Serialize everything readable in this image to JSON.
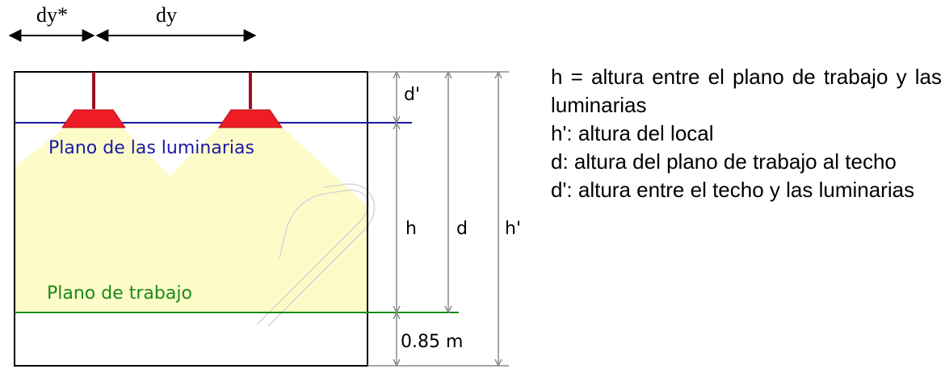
{
  "diagram": {
    "spacing_labels": {
      "edge": "dy*",
      "between": "dy"
    },
    "planes": {
      "luminaires": "Plano de las luminarias",
      "work": "Plano de trabajo"
    },
    "dimensions": {
      "d_prime": "d'",
      "h": "h",
      "d": "d",
      "h_prime": "h'",
      "work_height": "0.85 m"
    },
    "colors": {
      "luminaire": "#ee1c24",
      "stem": "#9a1020",
      "luminaire_plane": "#1a1aa8",
      "work_plane": "#1a8a1a",
      "light": "#fdfcc8",
      "dimension": "#8a8a8a"
    },
    "icons": {
      "luminaire": "ceiling-lamp-icon",
      "watermark": "watermark-icon"
    }
  },
  "legend": {
    "items": [
      "h = altura entre el plano de trabajo y las luminarias",
      "h': altura del local",
      "d: altura del plano de trabajo al techo",
      "d': altura entre el techo y las luminarias"
    ]
  }
}
